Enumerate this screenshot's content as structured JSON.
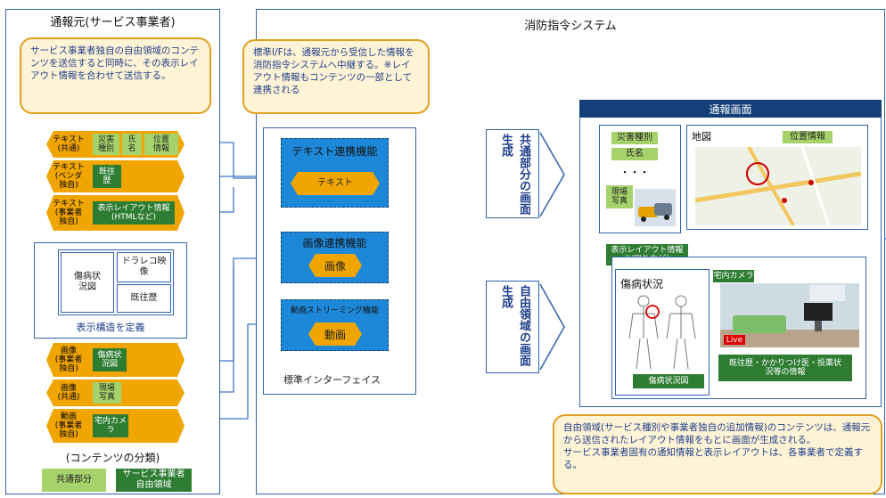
{
  "left": {
    "title": "通報元(サービス事業者)",
    "callout": "サービス事業者独自の自由領域のコンテンツを送信すると同時に、その表示レイアウト情報を合わせて送信する。",
    "row1": {
      "label": "テキスト\n(共通)",
      "items": [
        "災害\n種別",
        "氏\n名",
        "位置\n情報"
      ]
    },
    "row2": {
      "label": "テキスト\n(ベンダ\n独自)",
      "item": "既往\n歴"
    },
    "row3": {
      "label": "テキスト\n(事業者\n独自)",
      "item": "表示レイアウト情報\n(HTMLなど)"
    },
    "structure": {
      "cells": [
        "傷病状\n況図",
        "ドラレコ映\n像",
        "既往歴"
      ],
      "caption": "表示構造を定義"
    },
    "row4": {
      "label": "画像\n(事業者\n独自)",
      "item": "傷病状\n況図"
    },
    "row5": {
      "label": "画像\n(共通)",
      "item": "現場\n写真"
    },
    "row6": {
      "label": "動画\n(事業者\n独自)",
      "item": "宅内カメ\nラ"
    },
    "legend": {
      "title": "(コンテンツの分類)",
      "common": "共通部分",
      "free": "サービス事業者\n自由領域"
    }
  },
  "right": {
    "title": "消防指令システム",
    "callout": "標準I/Fは、通報元から受信した情報を消防指令システムへ中継する。※レイアウト情報もコンテンツの一部として連携される",
    "interface_label": "標準インターフェイス",
    "func_text": {
      "title": "テキスト連携機能",
      "item": "テキスト"
    },
    "func_image": {
      "title": "画像連携機能",
      "item": "画像"
    },
    "func_video": {
      "title": "動画ストリーミング機能",
      "item": "動画"
    },
    "gen_common": "共通部分の画面生成",
    "gen_free": "自由領域の画面生成",
    "screen": {
      "header": "通報画面",
      "tags": [
        "災害種別",
        "氏名"
      ],
      "dots": "・・・",
      "photo_label": "現場\n写真",
      "map_label": "地図",
      "location_tag": "位置情報",
      "layout_tag": "表示レイアウト情報\n(HTMLなど)",
      "injury_title": "傷病状況",
      "injury_caption": "傷病状況図",
      "camera_tag": "宅内カメラ",
      "live": "Live",
      "history_tag": "既往歴・かかりつけ医・投薬状\n況等の情報"
    },
    "bottom_callout": "自由領域(サービス種別や事業者独自の追加情報)のコンテンツは、通報元から送信されたレイアウト情報をもとに画面が生成される。\nサービス事業者固有の通知情報と表示レイアウトは、各事業者で定義する。"
  },
  "colors": {
    "frame": "#2e62b0",
    "yellow": "#f0a500",
    "light_green": "#a6d26b",
    "dark_green": "#2e7d32",
    "func_blue": "#1e88d8",
    "header_navy": "#14407a",
    "callout_border": "#e0a020"
  }
}
